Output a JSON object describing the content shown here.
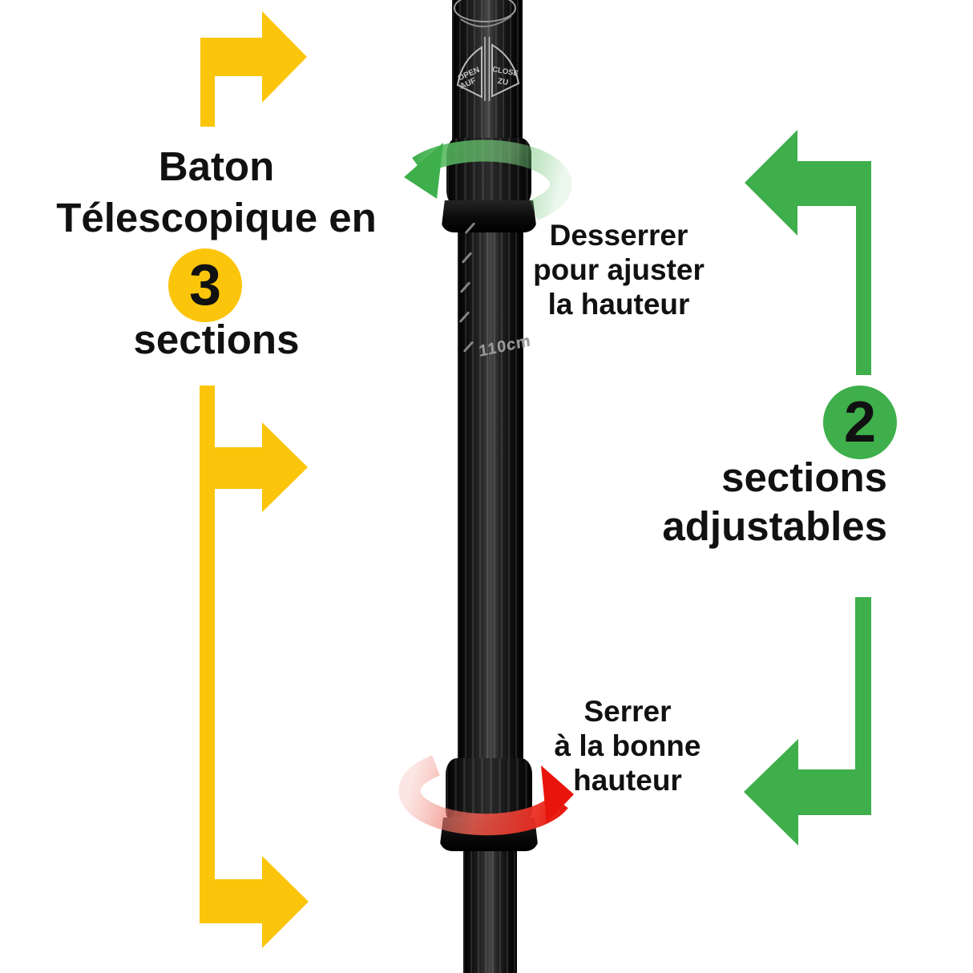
{
  "colors": {
    "yellow": "#FBC50B",
    "green": "#3EAF4B",
    "red": "#E8150C",
    "text": "#111111",
    "pole_black": "#101010",
    "marking_gray": "#9A9A9A"
  },
  "left_callout": {
    "line1": "Baton",
    "line2": "Télescopique en",
    "badge": "3",
    "line3": "sections"
  },
  "loosen_instruction": {
    "line1": "Desserrer",
    "line2": "pour ajuster",
    "line3": "la hauteur"
  },
  "right_callout": {
    "badge": "2",
    "line1": "sections",
    "line2": "adjustables"
  },
  "tighten_instruction": {
    "line1": "Serrer",
    "line2": "à la bonne",
    "line3": "hauteur"
  },
  "pole_markings": {
    "open_line1": "OPEN",
    "open_line2": "AUF",
    "close_line1": "CLOSE",
    "close_line2": "ZU",
    "length_label": "110cm"
  }
}
